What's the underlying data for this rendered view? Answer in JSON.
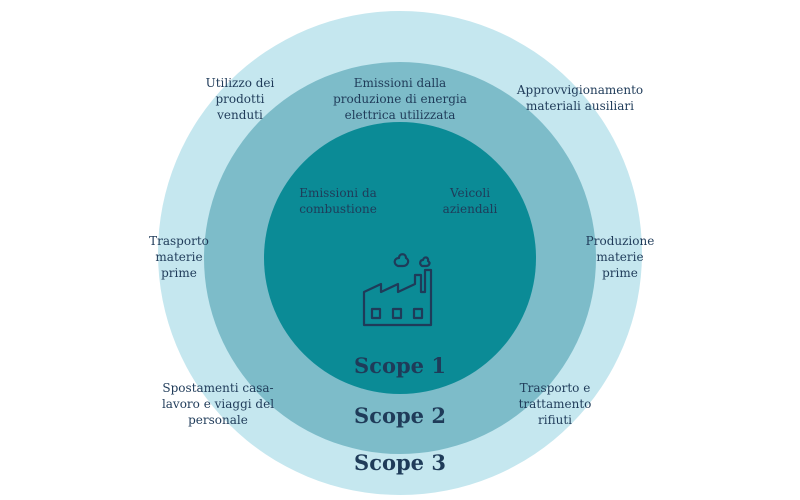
{
  "colors": {
    "background": "#ffffff",
    "outer_ring": "#c5e7ef",
    "middle_ring": "#7dbcc9",
    "inner_circle": "#0b8b96",
    "text": "#1f3b59",
    "factory_icon": "#1f3b59"
  },
  "scopes": {
    "scope1": "Scope 1",
    "scope2": "Scope 2",
    "scope3": "Scope 3"
  },
  "scope1_items": {
    "combustion": "Emissioni da\ncombustione",
    "vehicles": "Veicoli\naziendali"
  },
  "scope2_items": {
    "electricity": "Emissioni dalla\nproduzione di energia\nelettrica utilizzata"
  },
  "scope3_items": {
    "products_use": "Utilizzo dei\nprodotti\nvenduti",
    "procurement": "Approvvigionamento\nmateriali ausiliari",
    "raw_transport": "Trasporto\nmaterie\nprime",
    "raw_production": "Produzione\nmaterie\nprime",
    "commuting": "Spostamenti casa-\nlavoro e viaggi del\npersonale",
    "waste": "Trasporto e\ntrattamento\nrifiuti"
  },
  "icons": {
    "center": "factory-icon"
  }
}
